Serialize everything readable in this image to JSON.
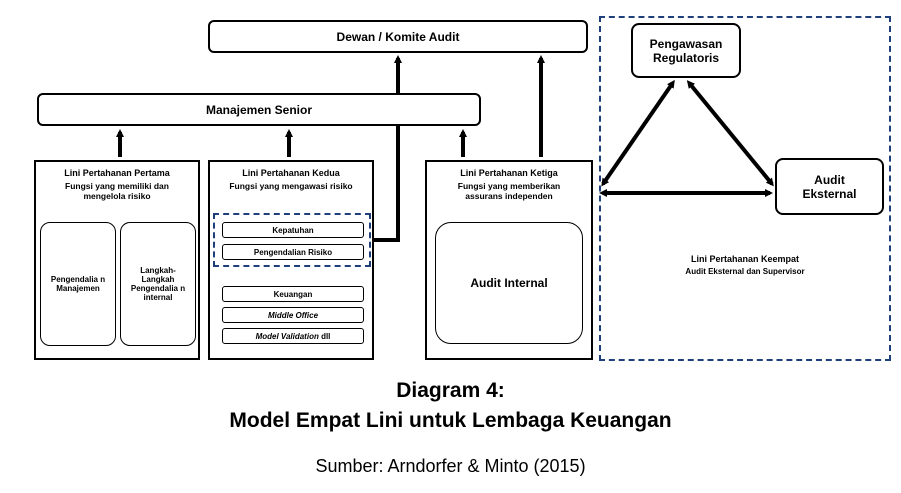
{
  "board": "Dewan / Komite Audit",
  "senior": "Manajemen Senior",
  "line1": {
    "title": "Lini Pertahanan Pertama",
    "subtitle": "Fungsi yang memiliki dan mengelola risiko",
    "left_box": "Pengendalia n Manajemen",
    "right_box": "Langkah-Langkah Pengendalia n internal"
  },
  "line2": {
    "title": "Lini Pertahanan Kedua",
    "subtitle": "Fungsi yang mengawasi risiko",
    "items_top": [
      "Kepatuhan",
      "Pengendalian Risiko"
    ],
    "items_bottom": [
      {
        "text": "Keuangan",
        "italic": false
      },
      {
        "text": "Middle Office",
        "italic": true
      },
      {
        "text": "Model Validation",
        "italic": true,
        "suffix": " dll"
      }
    ]
  },
  "line3": {
    "title": "Lini Pertahanan Ketiga",
    "subtitle": "Fungsi yang memberikan assurans independen",
    "inner": "Audit Internal"
  },
  "line4": {
    "regulator": "Pengawasan Regulatoris",
    "external": "Audit Eksternal",
    "title": "Lini Pertahanan Keempat",
    "subtitle": "Audit Eksternal dan Supervisor"
  },
  "caption": {
    "line1": "Diagram 4:",
    "line2": "Model Empat Lini untuk Lembaga Keuangan",
    "source": "Sumber: Arndorfer & Minto (2015)"
  },
  "colors": {
    "dashed_border": "#1f3f7a"
  }
}
